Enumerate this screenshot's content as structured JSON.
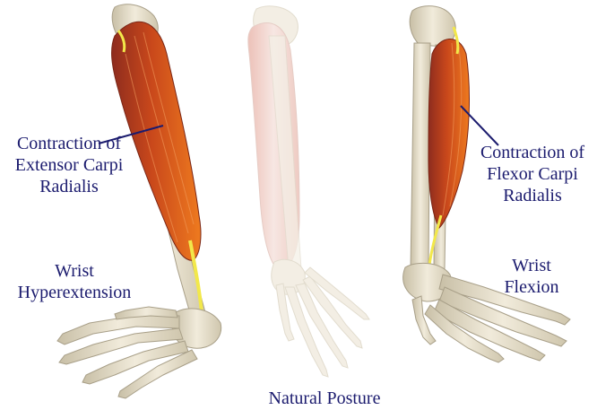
{
  "labels": {
    "extensor": [
      "Contraction of",
      "Extensor Carpi",
      "Radialis"
    ],
    "flexor": [
      "Contraction of",
      "Flexor Carpi",
      "Radialis"
    ],
    "hyperextension": [
      "Wrist",
      "Hyperextension"
    ],
    "flexion": [
      "Wrist",
      "Flexion"
    ],
    "natural": "Natural Posture"
  },
  "colors": {
    "label_text": "#1b1b6e",
    "pointer_line": "#1b1b6e",
    "muscle": "#d8561c",
    "muscle_dark": "#8e2c1e",
    "tendon": "#f2e84a",
    "bone": "#e9e2cf",
    "bone_shadow": "#b9b09a",
    "ghost_arm": "#f1d7d1"
  }
}
